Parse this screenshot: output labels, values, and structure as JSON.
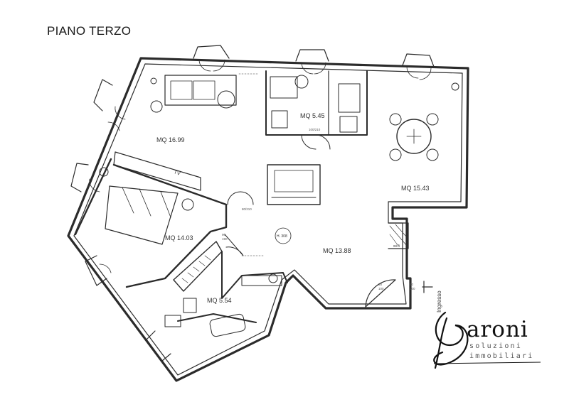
{
  "page": {
    "title": "PIANO TERZO"
  },
  "rooms": [
    {
      "label": "MQ 16.99"
    },
    {
      "label": "MQ 5.45"
    },
    {
      "label": "MQ 15.43"
    },
    {
      "label": "MQ 14.03"
    },
    {
      "label": "MQ 13.88"
    },
    {
      "label": "MQ 5.54"
    }
  ],
  "annotations": {
    "height": "H. 308",
    "tv": "TV",
    "closet": "wi-fi",
    "entrance": "Ingresso"
  },
  "logo": {
    "name": "aroni",
    "line1": "soluzioni",
    "line2": "immobiliari"
  }
}
